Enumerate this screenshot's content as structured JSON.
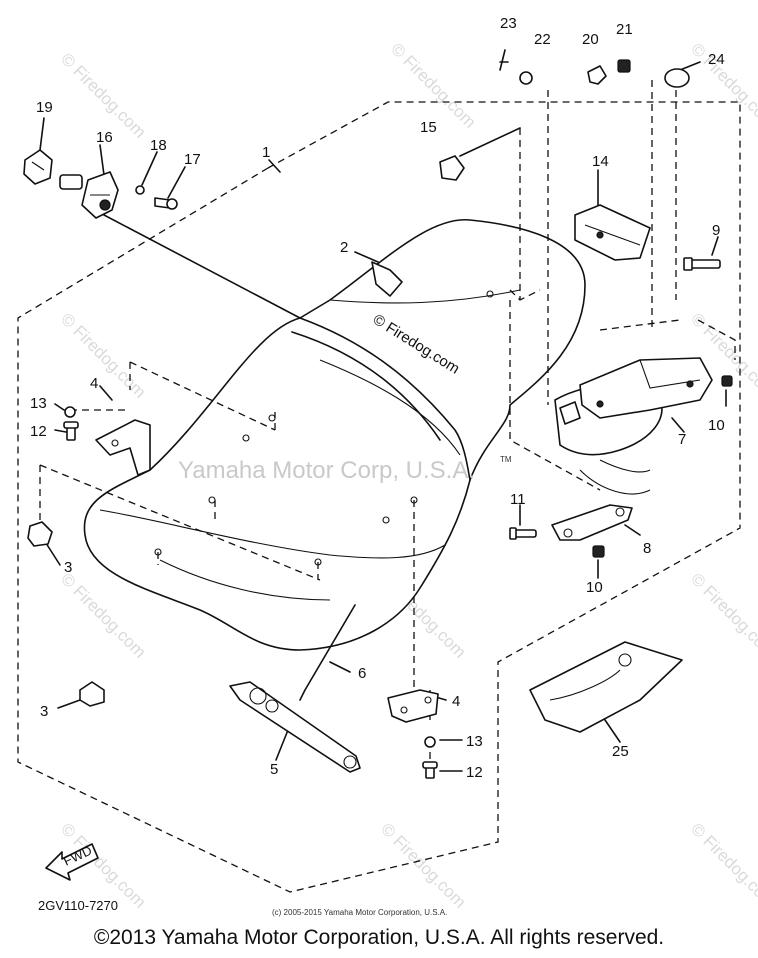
{
  "callouts": {
    "c1": "1",
    "c2": "2",
    "c3a": "3",
    "c3b": "3",
    "c4a": "4",
    "c4b": "4",
    "c5": "5",
    "c6": "6",
    "c7": "7",
    "c8": "8",
    "c9": "9",
    "c10a": "10",
    "c10b": "10",
    "c11": "11",
    "c12a": "12",
    "c12b": "12",
    "c13a": "13",
    "c13b": "13",
    "c14": "14",
    "c15": "15",
    "c16": "16",
    "c17": "17",
    "c18": "18",
    "c19": "19",
    "c20": "20",
    "c21": "21",
    "c22": "22",
    "c23": "23",
    "c24": "24",
    "c25": "25"
  },
  "watermarks": {
    "center": "Yamaha Motor Corp, U.S.A.",
    "tm": "TM",
    "seat": "© Firedog.com",
    "tile": "© Firedog.com"
  },
  "fwd_label": "FWD",
  "diagram_code": "2GV110-7270",
  "small_copyright": "(c) 2005-2015 Yamaha Motor Corporation, U.S.A.",
  "footer_copyright": "©2013 Yamaha Motor Corporation, U.S.A. All rights reserved."
}
